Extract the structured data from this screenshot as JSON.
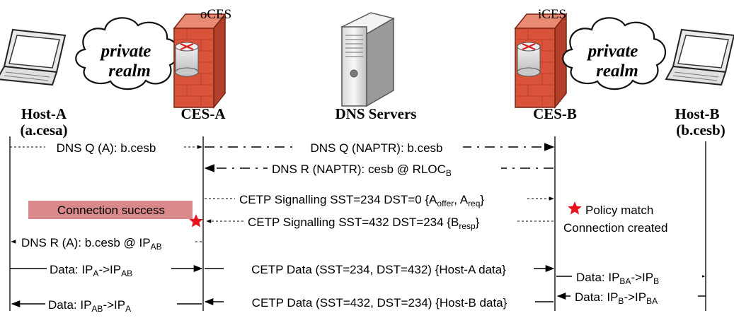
{
  "header": {
    "ces_a_role": "oCES",
    "ces_b_role": "iCES"
  },
  "clouds": {
    "left_line1": "private",
    "left_line2": "realm",
    "right_line1": "private",
    "right_line2": "realm"
  },
  "entities": {
    "host_a_name": "Host-A",
    "host_a_domain": "(a.cesa)",
    "ces_a": "CES-A",
    "dns": "DNS Servers",
    "ces_b": "CES-B",
    "host_b_name": "Host-B",
    "host_b_domain": "(b.cesb)"
  },
  "messages": {
    "m1": "DNS Q (A): b.cesb",
    "m2": "DNS Q (NAPTR): b.cesb",
    "m3_main": "DNS R (NAPTR): cesb @ RLOC",
    "m3_sub": "B",
    "m4_main": "CETP Signalling SST=234 DST=0 {A",
    "m4_sub1": "offer",
    "m4_mid": ", A",
    "m4_sub2": "req",
    "m4_end": "}",
    "m5_main": "CETP Signalling SST=432 DST=234 {B",
    "m5_sub": "resp",
    "m5_end": "}",
    "m6_main": "DNS R (A): b.cesb @ IP",
    "m6_sub": "AB",
    "m7_a": "Data: IP",
    "m7_sub1": "A",
    "m7_b": "->IP",
    "m7_sub2": "AB",
    "m8": "CETP Data (SST=234, DST=432) {Host-A data}",
    "m9_a": "Data: IP",
    "m9_sub1": "BA",
    "m9_b": "->IP",
    "m9_sub2": "B",
    "m10_a": "Data: IP",
    "m10_sub1": "B",
    "m10_b": "->IP",
    "m10_sub2": "BA",
    "m11": "CETP Data (SST=432, DST=234) {Host-B data}",
    "m12_a": "Data: IP",
    "m12_sub1": "AB",
    "m12_b": "->IP",
    "m12_sub2": "A"
  },
  "notes": {
    "connection_success": "Connection success",
    "policy_match": "Policy match",
    "connection_created": "Connection created"
  },
  "icons": {
    "laptop": "laptop-icon",
    "firewall": "firewall-router-icon",
    "server": "server-tower-icon",
    "cloud": "cloud-icon",
    "star": "star-icon"
  },
  "colors": {
    "firewall": "#d9533a",
    "firewall_dark": "#a8321f",
    "success_box": "#d9898a",
    "star": "#e8141d",
    "line": "#000000"
  }
}
